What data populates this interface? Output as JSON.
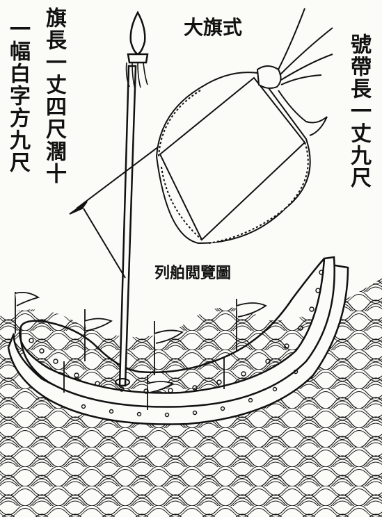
{
  "illustration": {
    "title": "大旗式",
    "caption": "列舶閲覽圖",
    "inscriptions": {
      "left_col1": "旗長一丈四尺濶十",
      "left_col2": "一幅白字方九尺",
      "right_col": "號帶長一丈九尺"
    }
  },
  "colors": {
    "ink": "#111111",
    "paper": "#fbfbf8"
  }
}
